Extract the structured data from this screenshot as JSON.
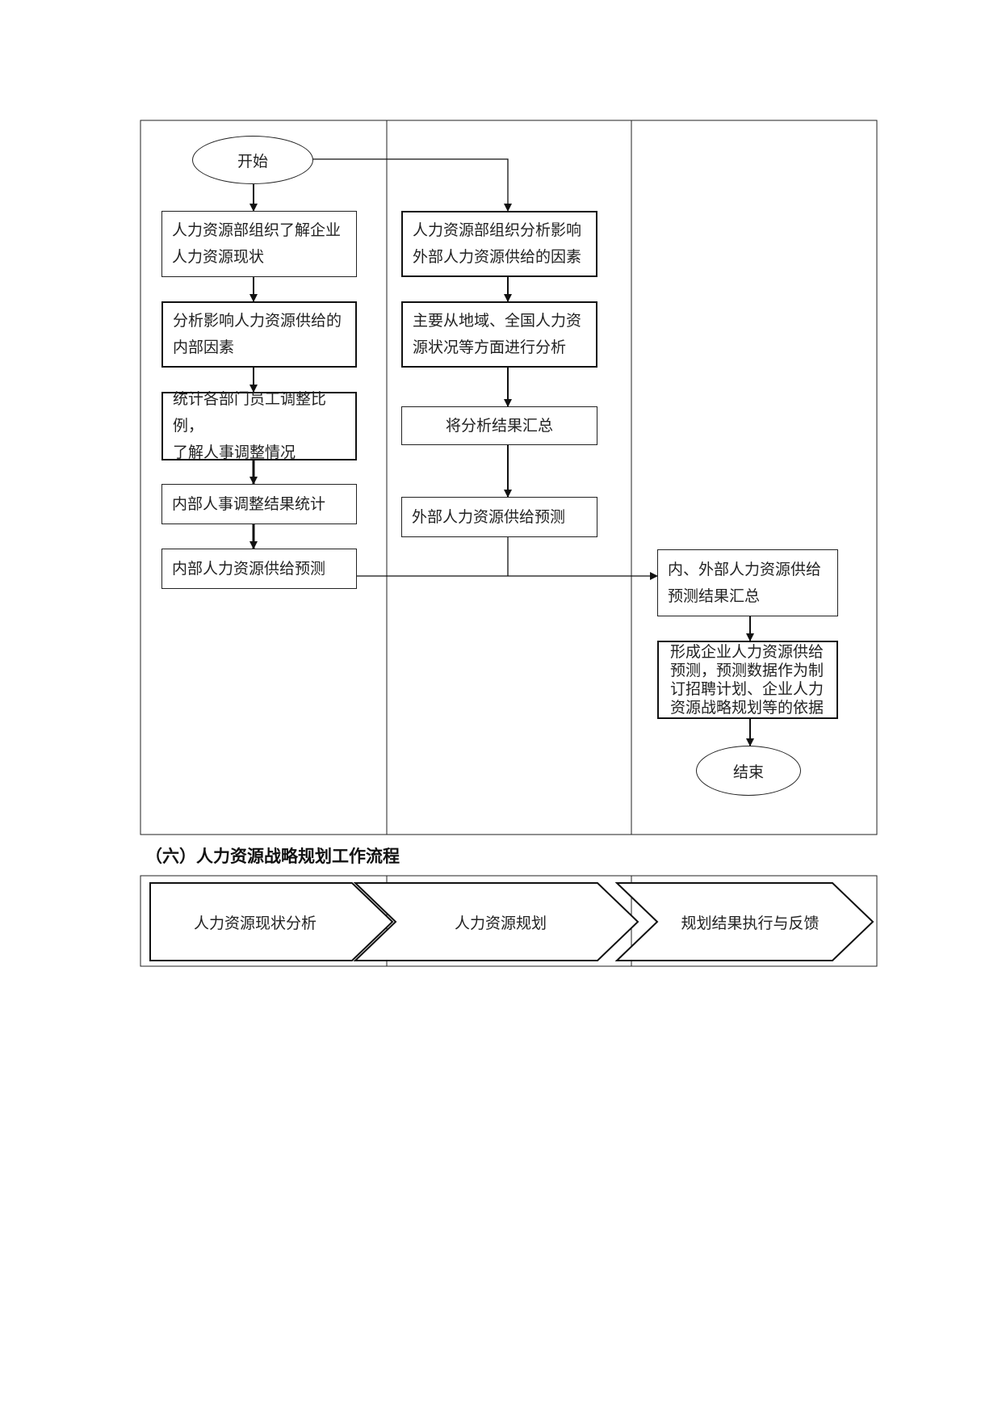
{
  "flowchart": {
    "start": "开始",
    "end": "结束",
    "lane1": [
      "人力资源部组织了解企业\n人力资源现状",
      "分析影响人力资源供给的\n内部因素",
      "统计各部门员工调整比例，\n了解人事调整情况",
      "内部人事调整结果统计",
      "内部人力资源供给预测"
    ],
    "lane2": [
      "人力资源部组织分析影响\n外部人力资源供给的因素",
      "主要从地域、全国人力资\n源状况等方面进行分析",
      "将分析结果汇总",
      "外部人力资源供给预测"
    ],
    "lane3": [
      "内、外部人力资源供给\n预测结果汇总",
      "形成企业人力资源供给\n预测，预测数据作为制\n订招聘计划、企业人力\n资源战略规划等的依据"
    ]
  },
  "section": {
    "title": "（六）人力资源战略规划工作流程"
  },
  "process": {
    "steps": [
      "人力资源现状分析",
      "人力资源规划",
      "规划结果执行与反馈"
    ]
  }
}
